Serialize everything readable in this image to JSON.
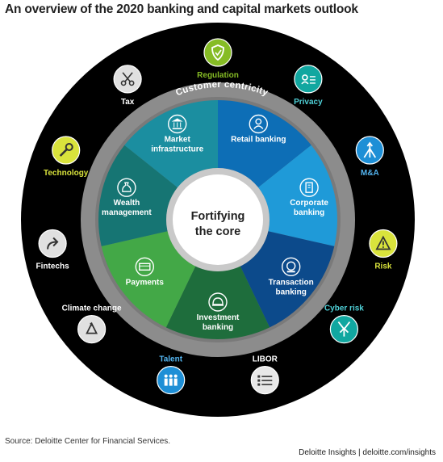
{
  "title": "An overview of the 2020 banking and capital markets outlook",
  "source": "Source: Deloitte Center for Financial Services.",
  "credit": "Deloitte Insights | deloitte.com/insights",
  "core": {
    "lines": [
      "Fortifying",
      "the core"
    ]
  },
  "ring_label": "Customer centricity",
  "segments": [
    {
      "lines": [
        "Retail banking"
      ],
      "icon": "person-icon",
      "color": "#0d6eb6"
    },
    {
      "lines": [
        "Corporate",
        "banking"
      ],
      "icon": "building-icon",
      "color": "#1f9ad8"
    },
    {
      "lines": [
        "Transaction",
        "banking"
      ],
      "icon": "coin-icon",
      "color": "#0c4a8b"
    },
    {
      "lines": [
        "Investment",
        "banking"
      ],
      "icon": "bell-icon",
      "color": "#1e6d3c"
    },
    {
      "lines": [
        "Payments"
      ],
      "icon": "card-icon",
      "color": "#43a847"
    },
    {
      "lines": [
        "Wealth",
        "management"
      ],
      "icon": "money-bag-icon",
      "color": "#167573"
    },
    {
      "lines": [
        "Market",
        "infrastructure"
      ],
      "icon": "bank-icon",
      "color": "#1b8ea0"
    }
  ],
  "outer_items": [
    {
      "label": "Regulation",
      "icon": "shield-icon",
      "color": "#86bc25"
    },
    {
      "label": "Privacy",
      "icon": "privacy-icon",
      "color": "#11a7a0"
    },
    {
      "label": "M&A",
      "icon": "merge-icon",
      "color": "#1e8fd6"
    },
    {
      "label": "Risk",
      "icon": "warning-icon",
      "color": "#d9e33c"
    },
    {
      "label": "Cyber risk",
      "icon": "split-arrow-icon",
      "color": "#11a7a0"
    },
    {
      "label": "LIBOR",
      "icon": "list-icon",
      "color": "#e8e8e8"
    },
    {
      "label": "Talent",
      "icon": "people-icon",
      "color": "#1e8fd6"
    },
    {
      "label": "Climate change",
      "icon": "recycle-icon",
      "color": "#e0e0e0"
    },
    {
      "label": "Fintechs",
      "icon": "forward-arrow-icon",
      "color": "#e0e0e0"
    },
    {
      "label": "Technology",
      "icon": "wrench-icon",
      "color": "#d9e33c"
    },
    {
      "label": "Tax",
      "icon": "scissors-icon",
      "color": "#e0e0e0"
    }
  ]
}
